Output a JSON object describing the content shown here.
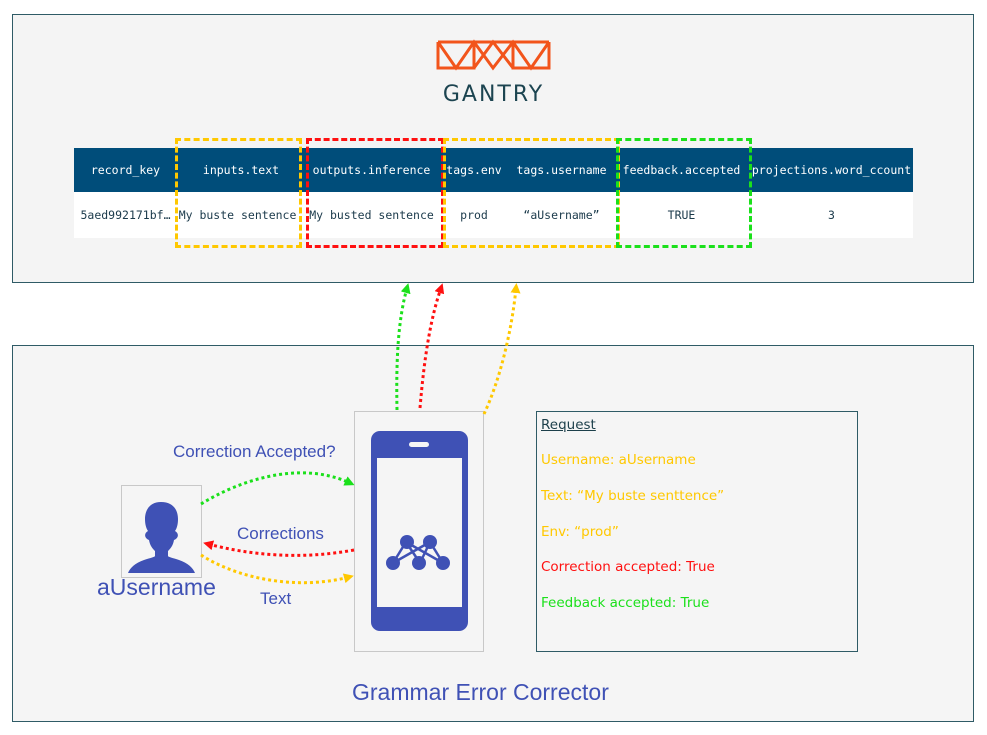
{
  "logo": {
    "text": "GANTRY",
    "color": "#f2541b",
    "text_color": "#1c4450"
  },
  "table": {
    "header_bg": "#004d7a",
    "columns": [
      "record_key",
      "inputs.text",
      "outputs.inference",
      "tags.env",
      "tags.username",
      "feedback.accepted",
      "projections.word_ccount"
    ],
    "rows": [
      [
        "5aed992171bf…",
        "My buste sentence’",
        "My busted sentence",
        "prod",
        "“aUsername”",
        "TRUE",
        "3"
      ]
    ]
  },
  "highlights": {
    "inputs": "#ffc800",
    "outputs": "#ff1010",
    "tags": "#ffc800",
    "feedback": "#1be01b"
  },
  "diagram": {
    "title": "Grammar Error Corrector",
    "user_label": "aUsername",
    "arrows": {
      "correction_accepted": {
        "label": "Correction Accepted?",
        "color": "#1be01b"
      },
      "corrections": {
        "label": "Corrections",
        "color": "#ff1010"
      },
      "text": {
        "label": "Text",
        "color": "#ffc800"
      }
    },
    "icon_color": "#3f51b5"
  },
  "request": {
    "title": "Request",
    "lines": [
      {
        "text": "Username: aUsername",
        "color": "#ffc800"
      },
      {
        "text": "Text: “My buste senttence”",
        "color": "#ffc800"
      },
      {
        "text": "Env: “prod”",
        "color": "#ffc800"
      },
      {
        "text": "Correction accepted: True",
        "color": "#ff1010"
      },
      {
        "text": "Feedback accepted: True",
        "color": "#1be01b"
      }
    ]
  }
}
